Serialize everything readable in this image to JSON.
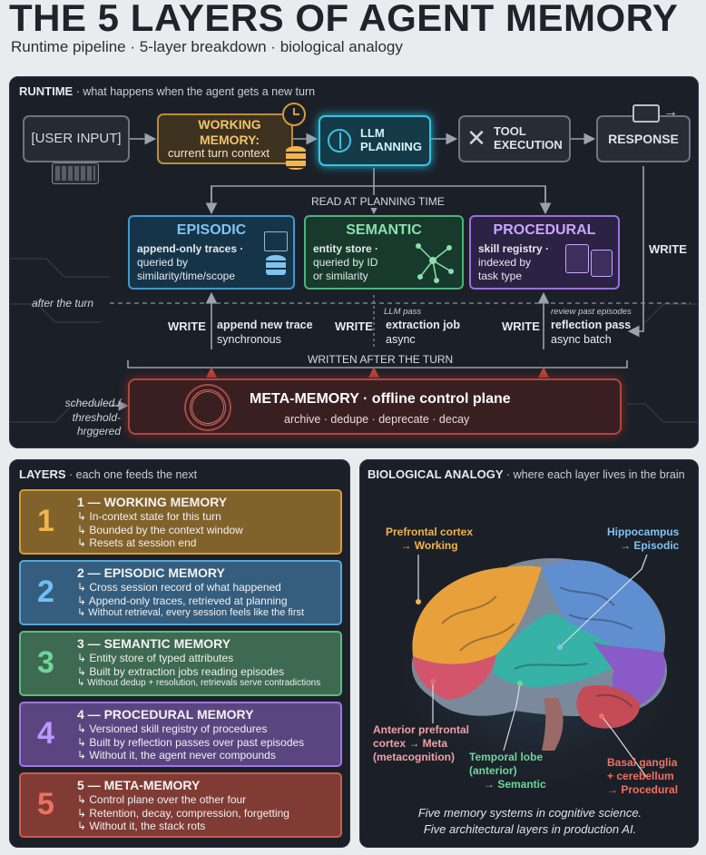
{
  "header": {
    "title": "THE 5 LAYERS OF AGENT MEMORY",
    "subtitle": "Runtime pipeline · 5-layer breakdown · biological analogy"
  },
  "runtime": {
    "title": "RUNTIME",
    "title_desc": " · what happens when the agent gets a new turn",
    "pipeline": {
      "user_input": "[USER INPUT]",
      "working_memory_title": "WORKING MEMORY:",
      "working_memory_desc": "current turn context",
      "llm_planning_1": "LLM",
      "llm_planning_2": "PLANNING",
      "tool_execution_1": "TOOL",
      "tool_execution_2": "EXECUTION",
      "response": "RESPONSE"
    },
    "read_label": "READ AT PLANNING TIME",
    "written_label": "WRITTEN AFTER THE TURN",
    "after_turn": "after the turn",
    "write_right": "WRITE",
    "stores": {
      "episodic": {
        "title": "EPISODIC",
        "l1": "append-only traces ·",
        "l2": "queried by",
        "l3": "similarity/time/scope"
      },
      "semantic": {
        "title": "SEMANTIC",
        "l1": "entity store ·",
        "l2": "queried by ID",
        "l3": "or similarity"
      },
      "procedural": {
        "title": "PROCEDURAL",
        "l1": "skill registry ·",
        "l2": "indexed by",
        "l3": "task type"
      }
    },
    "writes": {
      "episodic": {
        "label": "WRITE",
        "d1": "append new trace",
        "d2": "synchronous"
      },
      "semantic": {
        "label": "WRITE",
        "note": "LLM pass",
        "d1": "extraction job",
        "d2": "async"
      },
      "procedural": {
        "label": "WRITE",
        "note": "review past episodes",
        "d1": "reflection pass",
        "d2": "async batch"
      }
    },
    "meta": {
      "trigger_1": "scheduled /",
      "trigger_2": "threshold-hrggered",
      "title": "META-MEMORY · offline control plane",
      "desc": "archive · dedupe · deprecate · decay"
    }
  },
  "layers": {
    "title": "LAYERS",
    "title_desc": " · each one feeds the next",
    "items": [
      {
        "num": "1",
        "title": "1 — WORKING MEMORY",
        "lines": [
          "↳ In-context state for this turn",
          "↳ Bounded by the context window",
          "↳ Resets at session end"
        ]
      },
      {
        "num": "2",
        "title": "2 — EPISODIC MEMORY",
        "lines": [
          "↳ Cross session record of what happened",
          "↳ Append-only traces, retrieved at planning",
          "↳ Without retrieval, every session feels like the first"
        ]
      },
      {
        "num": "3",
        "title": "3 — SEMANTIC MEMORY",
        "lines": [
          "↳ Entity store of typed attributes",
          "↳ Built by extraction jobs reading episodes",
          "↳ Without dedup + resolution, retrievals serve contradictions"
        ]
      },
      {
        "num": "4",
        "title": "4 — PROCEDURAL MEMORY",
        "lines": [
          "↳ Versioned skill registry of procedures",
          "↳ Built by reflection passes over past episodes",
          "↳ Without it, the agent never compounds"
        ]
      },
      {
        "num": "5",
        "title": "5 — META-MEMORY",
        "lines": [
          "↳ Control plane over the other four",
          "↳ Retention, decay, compression, forgetting",
          "↳ Without it, the stack rots"
        ]
      }
    ]
  },
  "bio": {
    "title": "BIOLOGICAL ANALOGY",
    "title_desc": " · where each layer lives in the brain",
    "labels": {
      "prefrontal_1": "Prefrontal cortex",
      "prefrontal_2": "→ Working",
      "hippo_1": "Hippocampus",
      "hippo_2": "→ Episodic",
      "anterior_1": "Anterior prefrontal",
      "anterior_2": "cortex → Meta",
      "anterior_3": "(metacognition)",
      "temporal_1": "Temporal lobe",
      "temporal_2": "(anterior)",
      "temporal_3": "→ Semantic",
      "basal_1": "Basal ganglia",
      "basal_2": "+ cerebellum",
      "basal_3": "→ Procedural"
    },
    "footer_1": "Five memory systems in cognitive science.",
    "footer_2": "Five architectural layers in production AI."
  },
  "colors": {
    "working": "#d79a3a",
    "episodic": "#55a6d9",
    "semantic": "#5bbc82",
    "procedural": "#9e76e3",
    "meta": "#cd5a4e",
    "llm": "#39c4e0"
  }
}
